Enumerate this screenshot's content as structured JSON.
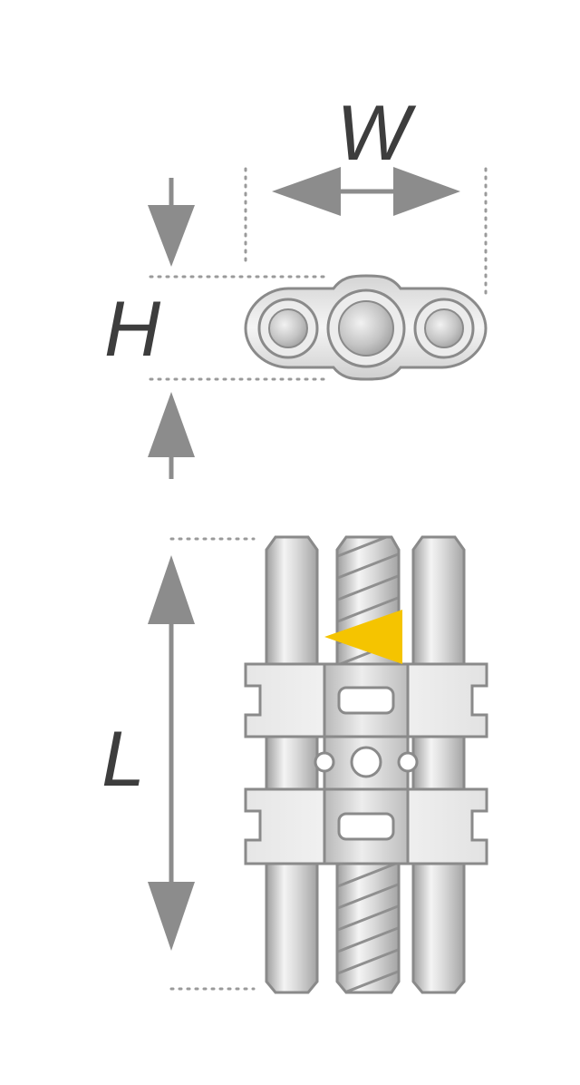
{
  "dimensions": {
    "width_label": "W",
    "height_label": "H",
    "length_label": "L"
  },
  "colors": {
    "arrow": "#8c8c8c",
    "dotted_guide": "#9a9a9a",
    "metal_light": "#f2f2f2",
    "metal_mid": "#c8c8c8",
    "metal_dark": "#9c9c9c",
    "outline": "#8a8a8a",
    "marker": "#f5c400",
    "label_text": "#3d3d3d"
  },
  "icons": {
    "marker": "yellow-triangle-marker-icon"
  }
}
